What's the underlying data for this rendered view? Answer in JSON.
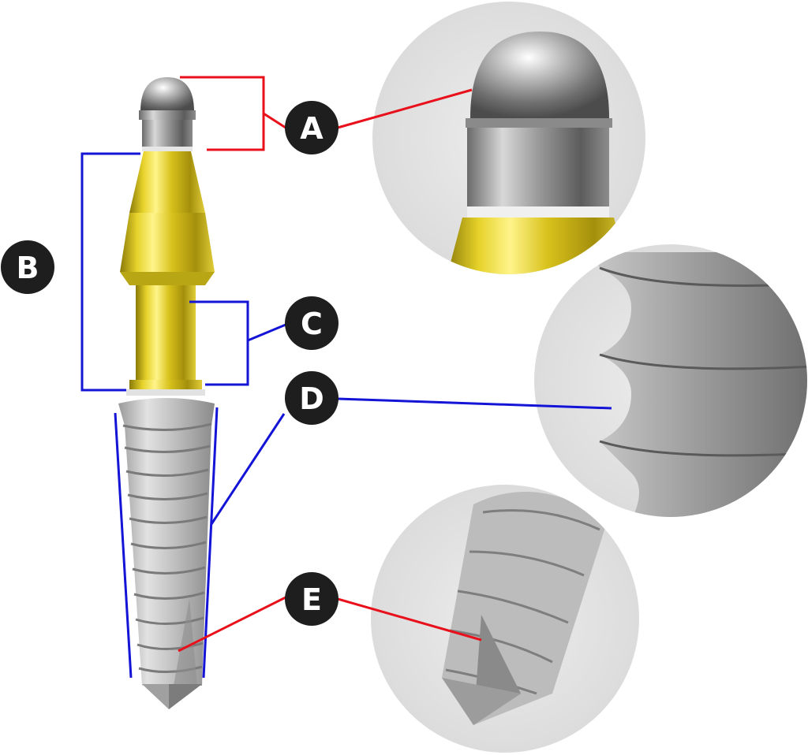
{
  "labels": {
    "a": "A",
    "b": "B",
    "c": "C",
    "d": "D",
    "e": "E"
  },
  "colors": {
    "red_line": "#e8101a",
    "blue_line": "#1414d6",
    "badge": "#1e1e1e",
    "gold": "#d8c21c",
    "silver": "#b8b8b8",
    "zoom_bg": "#e6e7e7"
  }
}
